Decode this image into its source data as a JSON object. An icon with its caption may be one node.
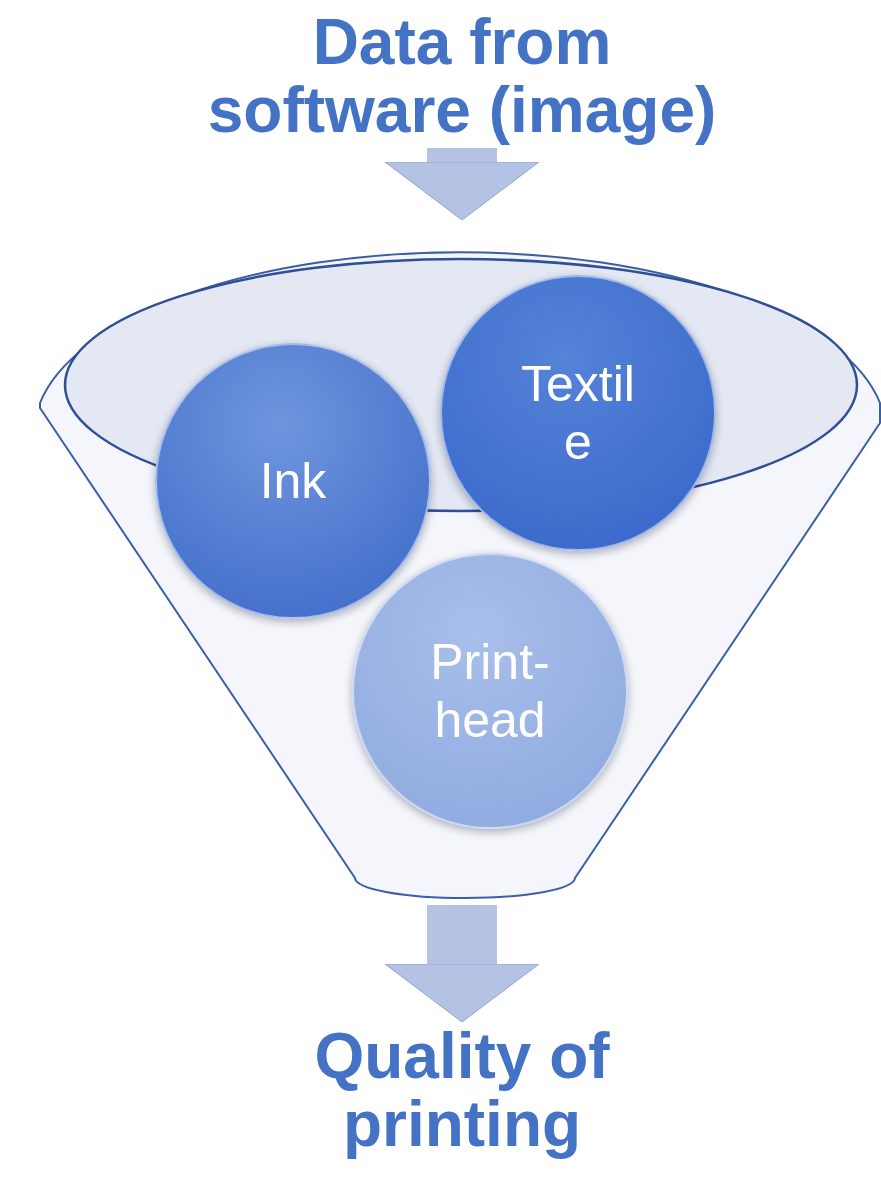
{
  "diagram": {
    "nodes": [
      {
        "text": [
          "Data from software (image)"
        ]
      },
      {
        "text": [],
        "shape": "funnel"
      },
      {
        "text": [
          "Ink"
        ],
        "in": 1
      },
      {
        "text": [
          "Textile"
        ],
        "in": 1
      },
      {
        "text": [
          "Print-head"
        ],
        "in": 1
      },
      {
        "text": [
          "Quality of printing"
        ]
      }
    ],
    "edges": [
      {
        "from": 0,
        "to": 1,
        "arrow": "to"
      },
      {
        "from": 1,
        "to": 5,
        "arrow": "to"
      }
    ]
  }
}
